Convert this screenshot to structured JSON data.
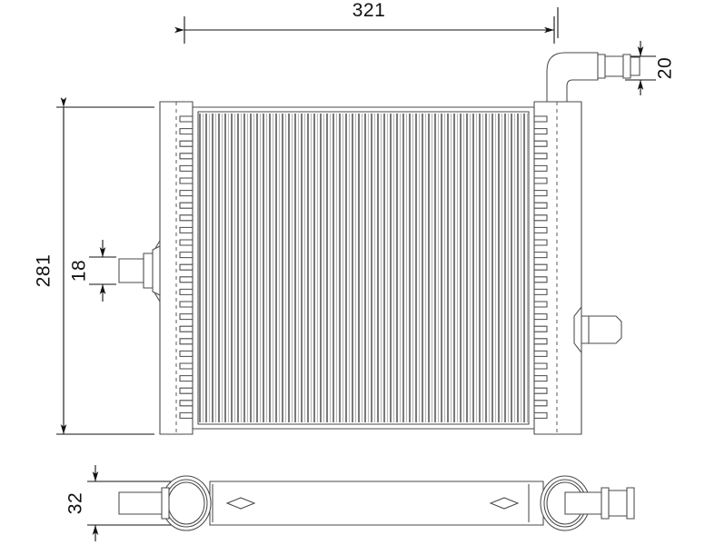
{
  "drawing": {
    "title": "Radiator technical dimension drawing",
    "units": "mm",
    "background_color": "#ffffff",
    "line_color": "#4a4a4a",
    "dimension_color": "#111111"
  },
  "dimensions": {
    "width": {
      "label": "321",
      "name": "overall-width",
      "orientation": "horizontal",
      "position": "top"
    },
    "height": {
      "label": "281",
      "name": "overall-height",
      "orientation": "vertical",
      "position": "left-outer"
    },
    "inlet_port": {
      "label": "18",
      "name": "left-port-diameter",
      "orientation": "vertical",
      "position": "left-inner"
    },
    "outlet_port": {
      "label": "20",
      "name": "top-right-pipe-diameter",
      "orientation": "vertical",
      "position": "top-right"
    },
    "depth": {
      "label": "32",
      "name": "core-depth",
      "orientation": "vertical",
      "position": "bottom-left"
    }
  },
  "views": {
    "front": {
      "name": "front-view",
      "components": [
        "left-tank",
        "right-tank",
        "core-fins",
        "left-inlet-port",
        "right-outlet-port",
        "top-right-elbow-pipe"
      ]
    },
    "bottom": {
      "name": "bottom-view",
      "components": [
        "core-body",
        "left-round-port",
        "right-round-port",
        "left-diamond-marker",
        "right-diamond-marker"
      ]
    }
  }
}
